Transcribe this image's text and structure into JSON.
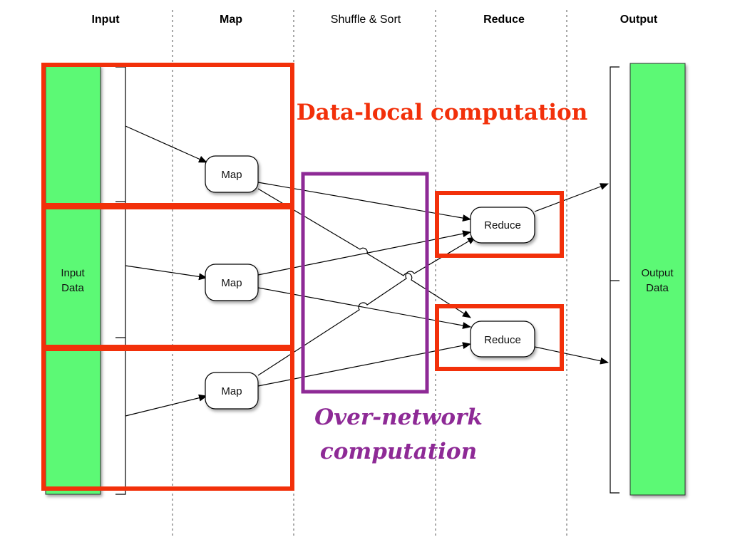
{
  "columns": {
    "input": "Input",
    "map": "Map",
    "shuffle": "Shuffle & Sort",
    "reduce": "Reduce",
    "output": "Output"
  },
  "input_data": {
    "line1": "Input",
    "line2": "Data"
  },
  "output_data": {
    "line1": "Output",
    "line2": "Data"
  },
  "map_nodes": [
    {
      "label": "Map"
    },
    {
      "label": "Map"
    },
    {
      "label": "Map"
    }
  ],
  "reduce_nodes": [
    {
      "label": "Reduce"
    },
    {
      "label": "Reduce"
    }
  ],
  "annotations": {
    "data_local": "Data-local computation",
    "over_network_line1": "Over-network",
    "over_network_line2": "computation"
  },
  "colors": {
    "data_block": "#5BF974",
    "data_local_box": "#F2300A",
    "over_network_box": "#8E2A96",
    "node_fill": "#ffffff",
    "line": "#000000"
  }
}
